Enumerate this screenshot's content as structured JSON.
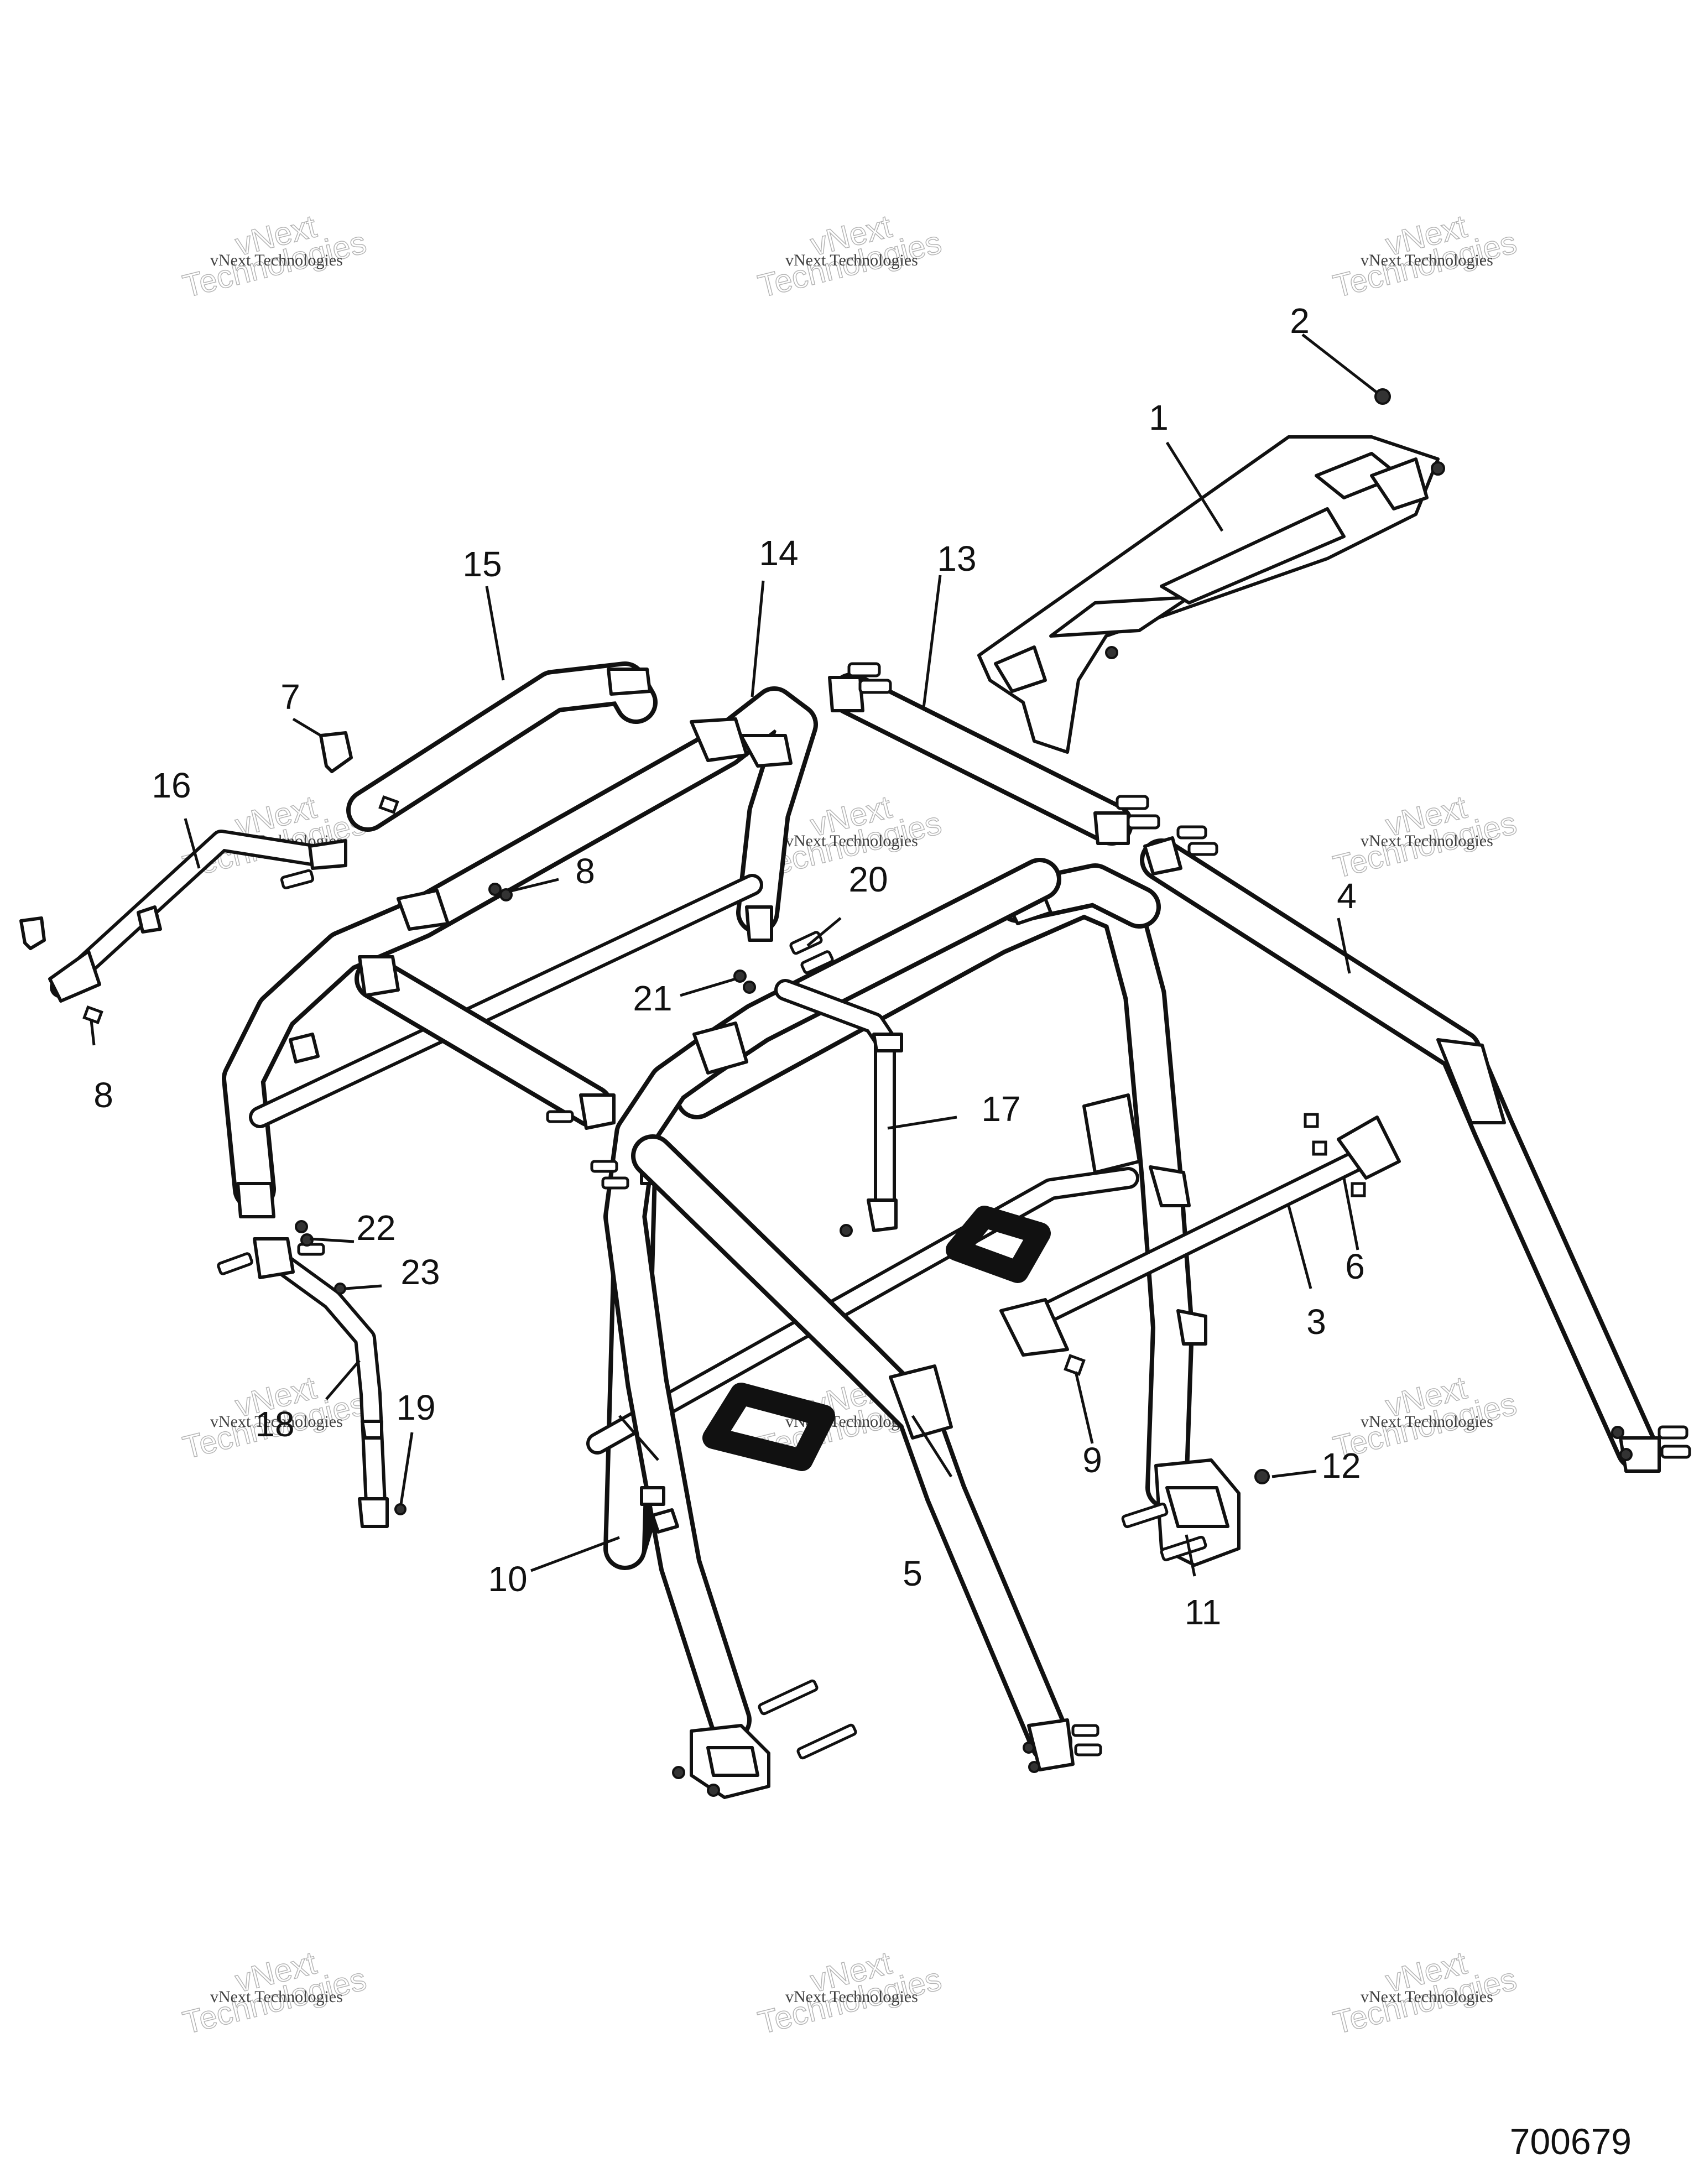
{
  "figure_number": "700679",
  "watermark": {
    "line1": "vNext Technologies",
    "line2": "Technologies",
    "line3": "vNext"
  },
  "callouts": {
    "c1": "1",
    "c2": "2",
    "c3": "3",
    "c4": "4",
    "c5": "5",
    "c6": "6",
    "c7": "7",
    "c8a": "8",
    "c8b": "8",
    "c9": "9",
    "c10": "10",
    "c11": "11",
    "c12": "12",
    "c13": "13",
    "c14": "14",
    "c15": "15",
    "c16": "16",
    "c17": "17",
    "c18": "18",
    "c19": "19",
    "c20": "20",
    "c21": "21",
    "c22": "22",
    "c23": "23"
  }
}
